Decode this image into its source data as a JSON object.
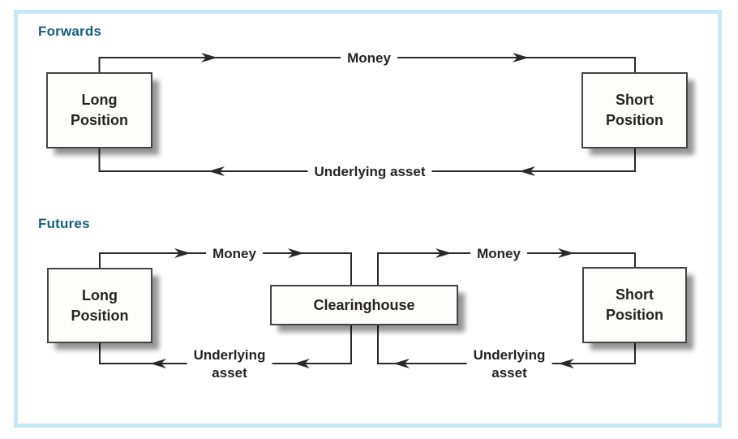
{
  "figure": {
    "type": "flow-diagram",
    "frame_color": "#c8e7f5",
    "accent_color": "#16607c",
    "line_color": "#2b2829"
  },
  "sections": {
    "forwards": {
      "title": "Forwards",
      "boxes": {
        "long": "Long\nPosition",
        "short": "Short\nPosition"
      },
      "flows": {
        "money": "Money",
        "asset": "Underlying asset"
      }
    },
    "futures": {
      "title": "Futures",
      "boxes": {
        "long": "Long\nPosition",
        "short": "Short\nPosition",
        "clearinghouse": "Clearinghouse"
      },
      "flows": {
        "money_long_to_clearinghouse": "Money",
        "money_clearinghouse_to_short": "Money",
        "asset_clearinghouse_to_long": "Underlying\nasset",
        "asset_short_to_clearinghouse": "Underlying\nasset"
      }
    }
  }
}
